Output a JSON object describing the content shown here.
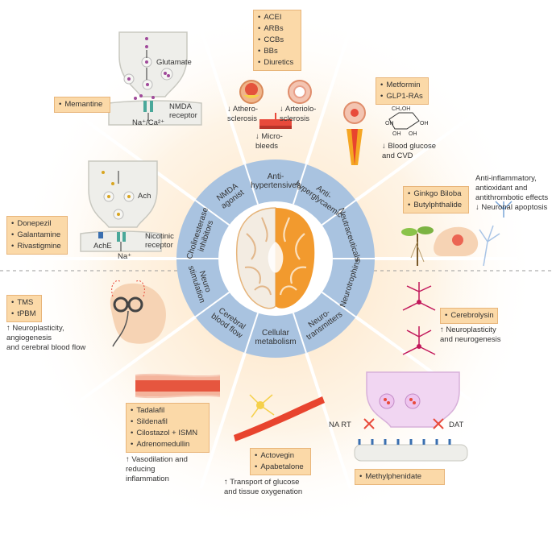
{
  "segments": [
    {
      "id": "nmda",
      "lines": [
        "NMDA",
        "agonist"
      ]
    },
    {
      "id": "antihyp",
      "lines": [
        "Anti-",
        "hypertensives"
      ]
    },
    {
      "id": "antigly",
      "lines": [
        "Anti-",
        "hyperglycaemic"
      ]
    },
    {
      "id": "neutra",
      "lines": [
        "Neutraceuticals"
      ]
    },
    {
      "id": "neurotroph",
      "lines": [
        "Neurotrophins"
      ]
    },
    {
      "id": "neurotrans",
      "lines": [
        "Neuro-",
        "transmitters"
      ]
    },
    {
      "id": "cellmet",
      "lines": [
        "Cellular",
        "metabolism"
      ]
    },
    {
      "id": "cbf",
      "lines": [
        "Cerebral",
        "blood flow"
      ]
    },
    {
      "id": "neurostim",
      "lines": [
        "Neuro",
        "stimulation"
      ]
    },
    {
      "id": "chol",
      "lines": [
        "Cholinesterase",
        "inhibitors"
      ]
    }
  ],
  "boxes": {
    "memantine": [
      "Memantine"
    ],
    "antihypertensives": [
      "ACEI",
      "ARBs",
      "CCBs",
      "BBs",
      "Diuretics"
    ],
    "antiglycaemic": [
      "Metformin",
      "GLP1-RAs"
    ],
    "nutraceuticals": [
      "Ginkgo Biloba",
      "Butylphthalide"
    ],
    "cholinesterase": [
      "Donepezil",
      "Galantamine",
      "Rivastigmine"
    ],
    "neurostimulation": [
      "TMS",
      "tPBM"
    ],
    "neurotrophins": [
      "Cerebrolysin"
    ],
    "bloodflow": [
      "Tadalafil",
      "Sildenafil",
      "Cilostazol + ISMN",
      "Adrenomedullin"
    ],
    "metabolism": [
      "Actovegin",
      "Apabetalone"
    ],
    "neurotransmitters": [
      "Methylphenidate"
    ]
  },
  "notes": {
    "athero": "↓ Athero-\nsclerosis",
    "arteriolo": "↓ Arteriolo-\nsclerosis",
    "microbleeds": "↓ Micro-\nbleeds",
    "glucose": "↓ Blood glucose\nand CVD",
    "nutra_effect": "Anti-inflammatory,\nantioxidant and\nantithrombotic effects\n↓ Neuronal apoptosis",
    "stim_effect": "↑ Neuroplasticity,\nangiogenesis\nand cerebral blood flow",
    "trophin_effect": "↑ Neuroplasticity\nand neurogenesis",
    "flow_effect": "↑ Vasodilation and\nreducing\ninflammation",
    "met_effect": "↑ Transport of glucose\nand tissue oxygenation"
  },
  "labels": {
    "glutamate": "Glutamate",
    "nmda_receptor": "NMDA\nreceptor",
    "na_ca": "Na⁺/Ca²⁺",
    "ach": "Ach",
    "ache": "AchE",
    "nicotinic": "Nicotinic\nreceptor",
    "na": "Na⁺",
    "na_rt": "NA RT",
    "dat": "DAT",
    "glucose_ch2oh": "CH₂OH",
    "oh1": "OH",
    "oh2": "OH",
    "oh3": "OH",
    "oh4": "OH"
  },
  "colors": {
    "ring": "#a9c3e0",
    "ring_line": "#ffffff",
    "box_fill": "#fbd9a8",
    "brain_orange": "#f29a2e",
    "glow": "#fdebd4"
  }
}
